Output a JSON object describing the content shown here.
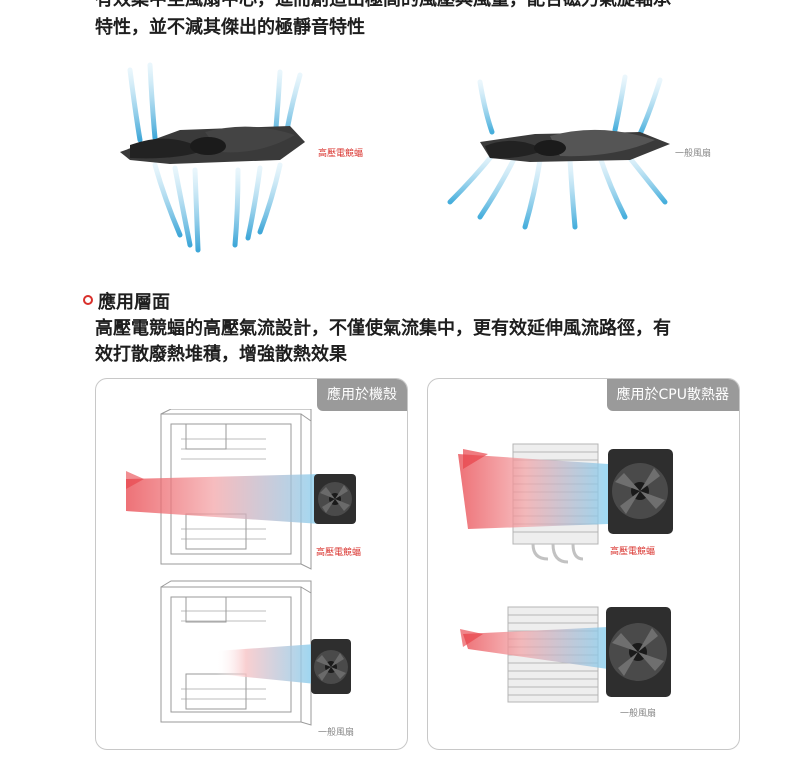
{
  "intro": {
    "line1": "有效集中至風扇中心，進而創造出極高的風壓與風量，配合磁力氣旋軸承",
    "line2": "特性，並不減其傑出的極靜音特性"
  },
  "top_figures": {
    "left_label": "高壓電競蝠",
    "right_label": "一般風扇"
  },
  "section": {
    "title": "應用層面",
    "body_line1": "高壓電競蝠的高壓氣流設計，不僅使氣流集中，更有效延伸風流路徑，有",
    "body_line2": "效打散廢熱堆積，增強散熱效果"
  },
  "panels": [
    {
      "tab": "應用於機殼",
      "top_label": "高壓電競蝠",
      "bottom_label": "一般風扇"
    },
    {
      "tab": "應用於CPU散熱器",
      "top_label": "高壓電競蝠",
      "bottom_label": "一般風扇"
    }
  ],
  "colors": {
    "accent": "#d9302b",
    "tab_bg": "#9a9a9a",
    "airflow_blue": "#6ec3ea",
    "airflow_red": "#e8434a"
  }
}
